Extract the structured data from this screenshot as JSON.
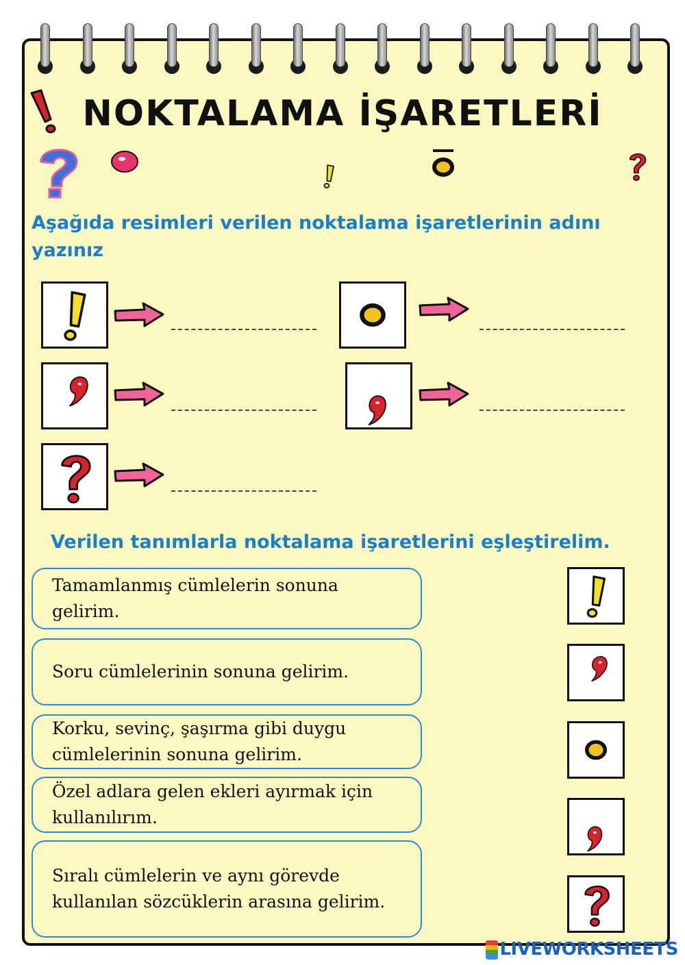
{
  "title": "NOKTALAMA İŞARETLERİ",
  "instruction_1": "Aşağıda resimleri verilen noktalama işaretlerinin adını yazınız",
  "instruction_2": "Verilen tanımlarla noktalama işaretlerini eşleştirelim.",
  "naming_items": [
    {
      "symbol": "exclamation-icon",
      "answer": ""
    },
    {
      "symbol": "period-icon",
      "answer": ""
    },
    {
      "symbol": "apostrophe-icon",
      "answer": ""
    },
    {
      "symbol": "comma-icon",
      "answer": ""
    },
    {
      "symbol": "question-icon",
      "answer": ""
    }
  ],
  "definitions": [
    "Tamamlanmış cümlelerin sonuna gelirim.",
    "Soru cümlelerinin sonuna gelirim.",
    "Korku, sevinç, şaşırma gibi duygu cümlelerinin sonuna gelirim.",
    "Özel adlara gelen ekleri ayırmak için kullanılırım.",
    "Sıralı cümlelerin ve aynı görevde kullanılan sözcüklerin arasına gelirim."
  ],
  "match_symbols": [
    "exclamation-icon",
    "apostrophe-icon",
    "period-icon",
    "comma-icon",
    "question-icon"
  ],
  "footer": "LIVEWORKSHEETS",
  "colors": {
    "paper": "#fbf8c2",
    "instruction": "#1a7fc6",
    "definition_border": "#2d8ad1",
    "arrow": "#f0649a"
  }
}
